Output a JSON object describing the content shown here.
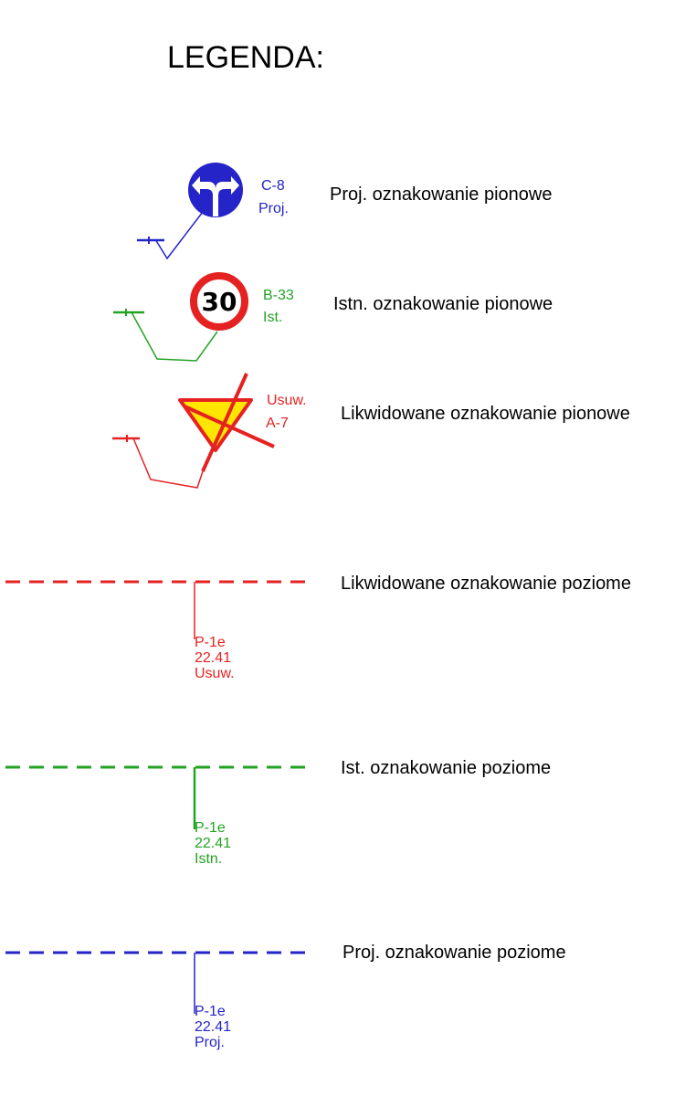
{
  "title": "LEGENDA:",
  "colors": {
    "proj": "#2424c8",
    "istn": "#22a322",
    "usuw": "#e52222",
    "warning_fill": "#ffe600"
  },
  "signs": [
    {
      "id": "c8",
      "code_line1": "C-8",
      "code_line2": "Proj.",
      "description": "Proj. oznakowanie pionowe",
      "icon": "mandatory-turn-left-right-icon"
    },
    {
      "id": "b33",
      "code_line1": "B-33",
      "code_line2": "Ist.",
      "sign_text": "30",
      "description": "Istn. oznakowanie pionowe",
      "icon": "speed-limit-icon"
    },
    {
      "id": "a7",
      "code_line1": "Usuw.",
      "code_line2": "A-7",
      "description": "Likwidowane oznakowanie pionowe",
      "icon": "yield-sign-crossed-icon"
    }
  ],
  "markings": [
    {
      "id": "usuw",
      "line1": "P-1e",
      "line2": "22.41",
      "line3": "Usuw.",
      "description": "Likwidowane oznakowanie poziome"
    },
    {
      "id": "istn",
      "line1": "P-1e",
      "line2": "22.41",
      "line3": "Istn.",
      "description": "Ist. oznakowanie poziome"
    },
    {
      "id": "proj",
      "line1": "P-1e",
      "line2": "22.41",
      "line3": "Proj.",
      "description": "Proj. oznakowanie poziome"
    }
  ]
}
